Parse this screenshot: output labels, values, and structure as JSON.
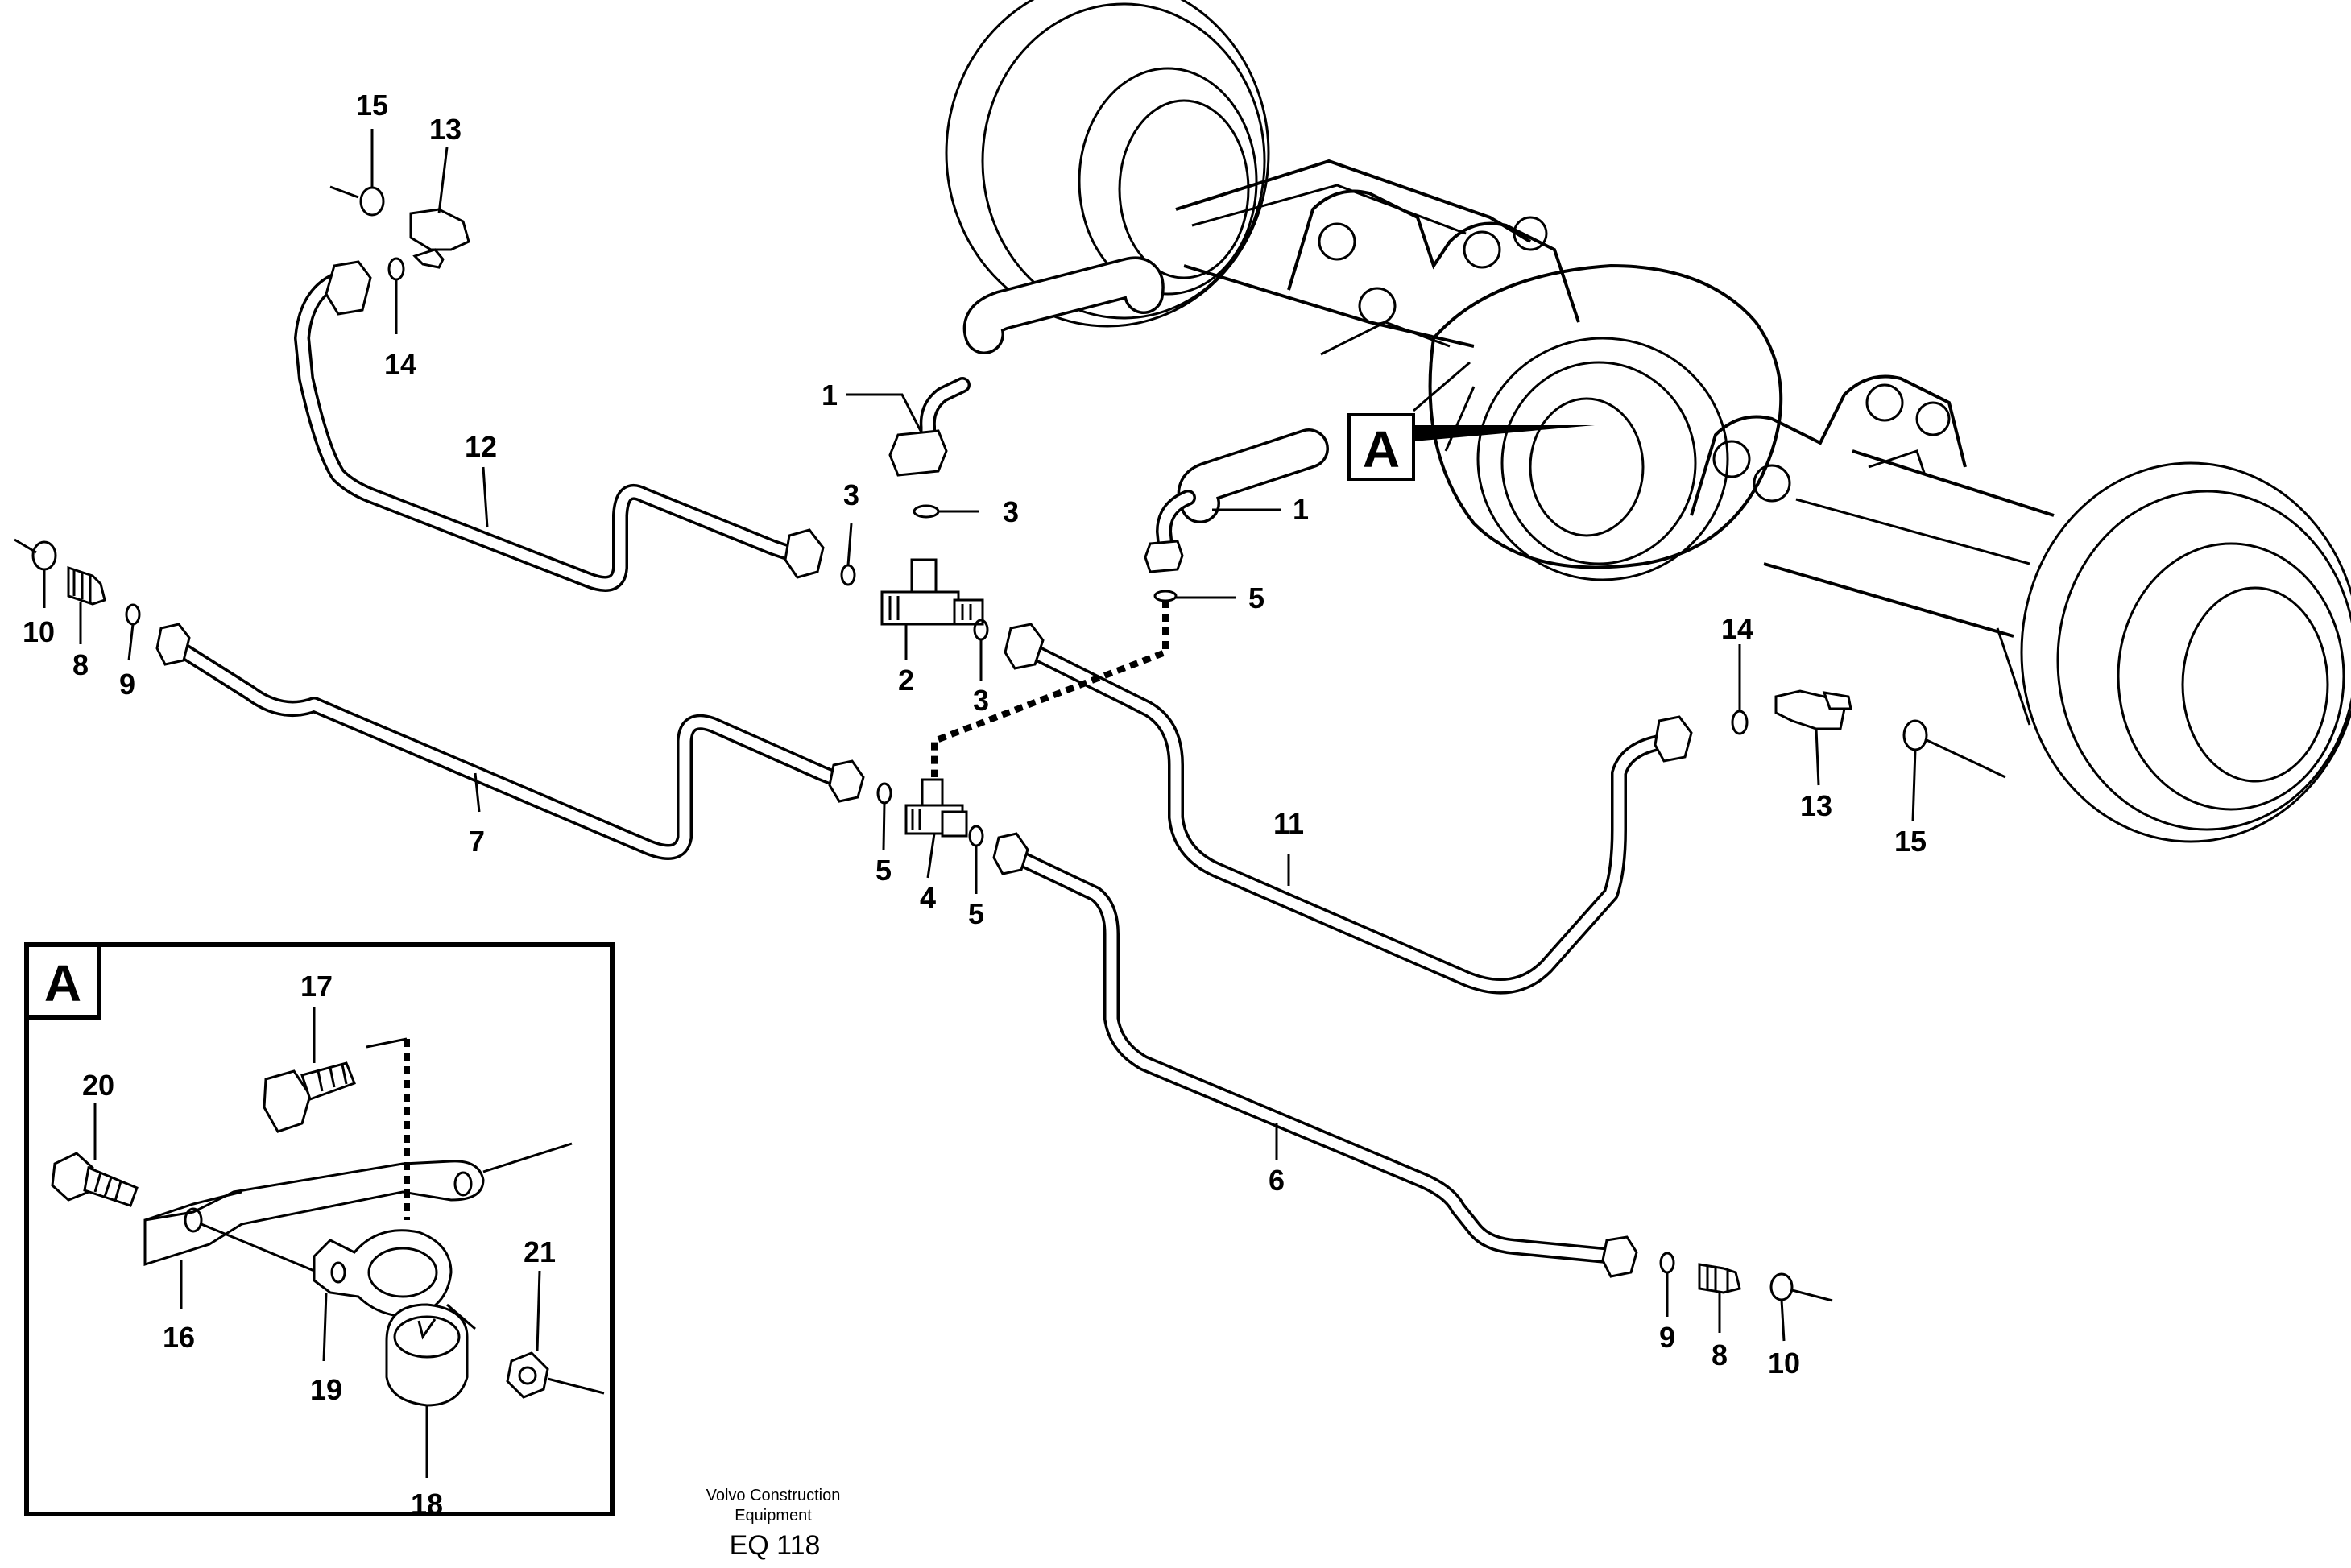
{
  "callout_labels": [
    {
      "id": "l15a",
      "text": "15"
    },
    {
      "id": "l13a",
      "text": "13"
    },
    {
      "id": "l14a",
      "text": "14"
    },
    {
      "id": "l12",
      "text": "12"
    },
    {
      "id": "l10a",
      "text": "10"
    },
    {
      "id": "l8a",
      "text": "8"
    },
    {
      "id": "l9a",
      "text": "9"
    },
    {
      "id": "l7",
      "text": "7"
    },
    {
      "id": "l1a",
      "text": "1"
    },
    {
      "id": "l3a",
      "text": "3"
    },
    {
      "id": "l3b",
      "text": "3"
    },
    {
      "id": "l2",
      "text": "2"
    },
    {
      "id": "l3c",
      "text": "3"
    },
    {
      "id": "l1b",
      "text": "1"
    },
    {
      "id": "l5a",
      "text": "5"
    },
    {
      "id": "l5b",
      "text": "5"
    },
    {
      "id": "l4",
      "text": "4"
    },
    {
      "id": "l5c",
      "text": "5"
    },
    {
      "id": "l11",
      "text": "11"
    },
    {
      "id": "l6",
      "text": "6"
    },
    {
      "id": "l14b",
      "text": "14"
    },
    {
      "id": "l13b",
      "text": "13"
    },
    {
      "id": "l15b",
      "text": "15"
    },
    {
      "id": "l9b",
      "text": "9"
    },
    {
      "id": "l8b",
      "text": "8"
    },
    {
      "id": "l10b",
      "text": "10"
    },
    {
      "id": "l17",
      "text": "17"
    },
    {
      "id": "l20",
      "text": "20"
    },
    {
      "id": "l21",
      "text": "21"
    },
    {
      "id": "l16",
      "text": "16"
    },
    {
      "id": "l19",
      "text": "19"
    },
    {
      "id": "l18",
      "text": "18"
    }
  ],
  "detail_marker": "A",
  "detail_box_title": "A",
  "footer": {
    "company_line1": "Volvo Construction",
    "company_line2": "Equipment",
    "drawing_code": "EQ 118"
  }
}
